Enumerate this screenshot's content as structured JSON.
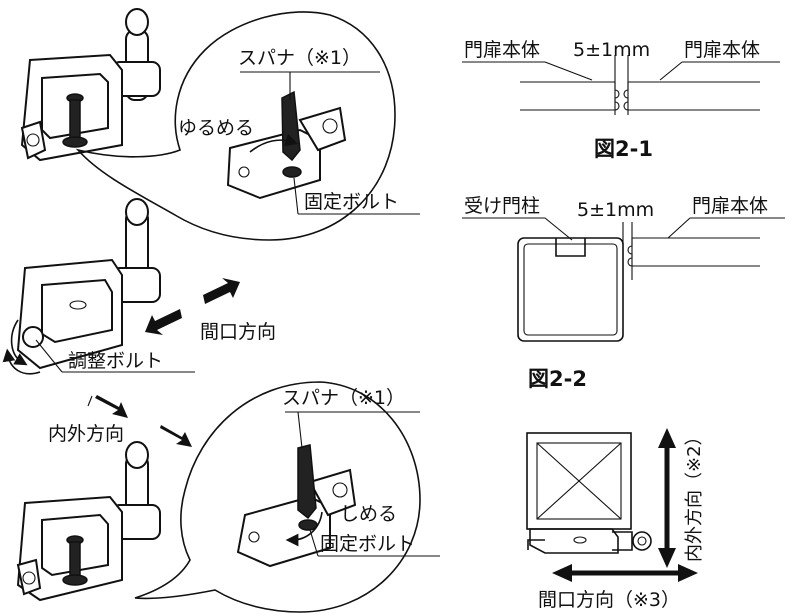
{
  "labels": {
    "spanner_top": "スパナ（※1）",
    "loosen": "ゆるめる",
    "fix_bolt_top": "固定ボルト",
    "opening_dir": "間口方向",
    "adjust_bolt": "調整ボルト",
    "in_out_dir": "内外方向",
    "spanner_bottom": "スパナ（※1）",
    "tighten": "しめる",
    "fix_bolt_bottom": "固定ボルト",
    "fig1_left": "門扉本体",
    "fig1_gap": "5±1mm",
    "fig1_right": "門扉本体",
    "fig1_caption": "図2-1",
    "fig2_left": "受け門柱",
    "fig2_gap": "5±1mm",
    "fig2_right": "門扉本体",
    "fig2_caption": "図2-2",
    "in_out_dir_note": "内外方向（※2）",
    "opening_dir_note": "間口方向（※3）"
  }
}
